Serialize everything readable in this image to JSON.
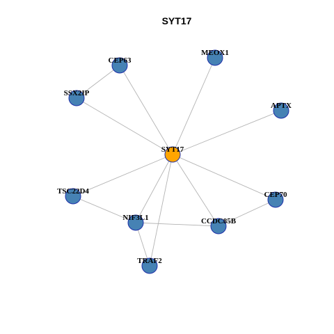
{
  "title": "SYT17",
  "colors": {
    "hub_fill": "#FFA500",
    "node_fill": "#4682B4",
    "node_stroke": "#1E2FA8",
    "edge": "#B3B3B3"
  },
  "nodes": [
    {
      "id": "SYT17",
      "label": "SYT17",
      "hub": true
    },
    {
      "id": "CEP63",
      "label": "CEP63",
      "hub": false
    },
    {
      "id": "MEOX1",
      "label": "MEOX1",
      "hub": false
    },
    {
      "id": "SSX2IP",
      "label": "SSX2IP",
      "hub": false
    },
    {
      "id": "APTX",
      "label": "APTX",
      "hub": false
    },
    {
      "id": "TSC22D4",
      "label": "TSC22D4",
      "hub": false
    },
    {
      "id": "CEP70",
      "label": "CEP70",
      "hub": false
    },
    {
      "id": "NIF3L1",
      "label": "NIF3L1",
      "hub": false
    },
    {
      "id": "CCDC85B",
      "label": "CCDC85B",
      "hub": false
    },
    {
      "id": "TRAF2",
      "label": "TRAF2",
      "hub": false
    }
  ],
  "edges": [
    [
      "SYT17",
      "CEP63"
    ],
    [
      "SYT17",
      "MEOX1"
    ],
    [
      "SYT17",
      "SSX2IP"
    ],
    [
      "SYT17",
      "APTX"
    ],
    [
      "SYT17",
      "TSC22D4"
    ],
    [
      "SYT17",
      "CEP70"
    ],
    [
      "SYT17",
      "NIF3L1"
    ],
    [
      "SYT17",
      "CCDC85B"
    ],
    [
      "SYT17",
      "TRAF2"
    ],
    [
      "CEP63",
      "SSX2IP"
    ],
    [
      "TSC22D4",
      "NIF3L1"
    ],
    [
      "NIF3L1",
      "CCDC85B"
    ],
    [
      "NIF3L1",
      "TRAF2"
    ],
    [
      "CCDC85B",
      "CEP70"
    ]
  ]
}
